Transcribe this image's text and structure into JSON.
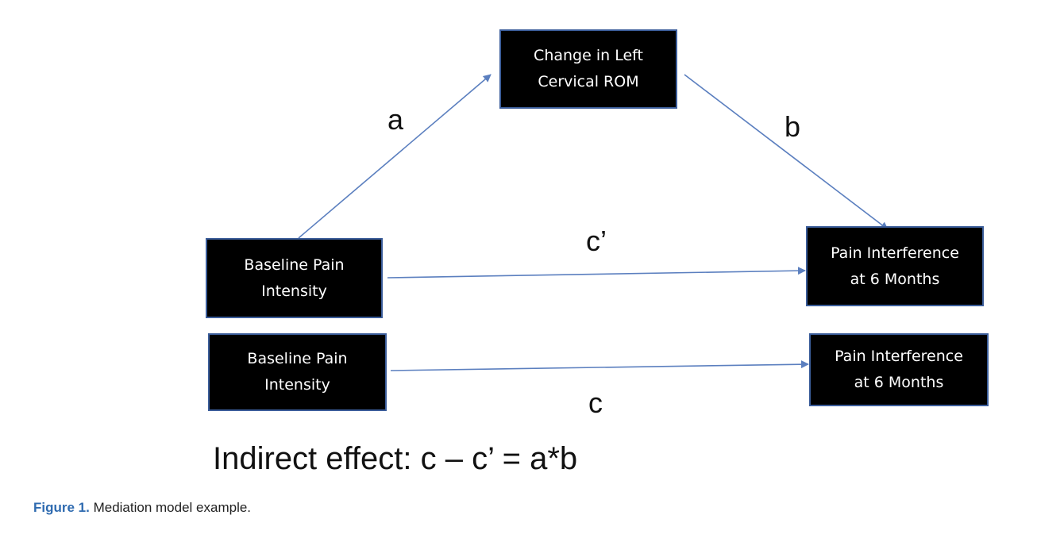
{
  "diagram": {
    "nodes": {
      "mediator": "Change in Left\nCervical ROM",
      "predictor_top": "Baseline Pain\nIntensity",
      "outcome_top": "Pain Interference\nat 6 Months",
      "predictor_bottom": "Baseline Pain\nIntensity",
      "outcome_bottom": "Pain Interference\nat 6 Months"
    },
    "paths": {
      "a": "a",
      "b": "b",
      "c_prime": "c’",
      "c": "c"
    },
    "formula": "Indirect effect: c – c’ = a*b"
  },
  "caption": {
    "label": "Figure 1.",
    "text": " Mediation model example."
  },
  "colors": {
    "node_fill": "#000000",
    "node_border": "#3b5d9a",
    "arrow": "#5b7fbf",
    "caption_label": "#2f6bb0"
  }
}
